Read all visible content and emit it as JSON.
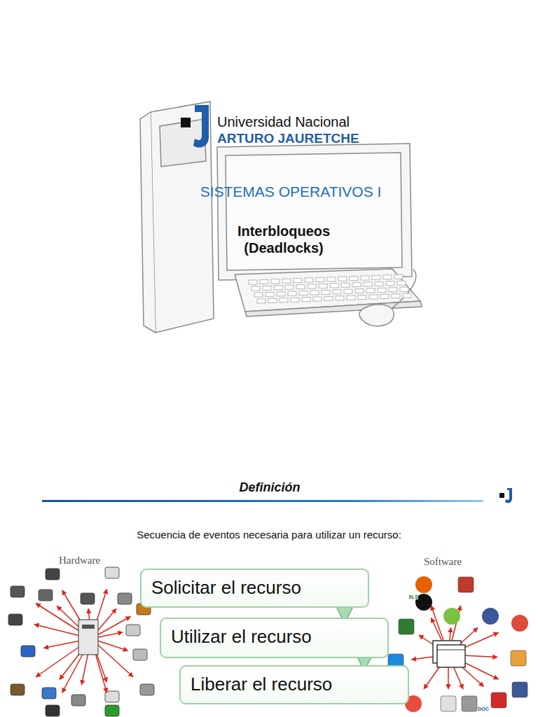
{
  "diagram": {
    "nodes": [
      {
        "text": [
          "Solicitar el recurso"
        ]
      },
      {
        "text": [
          "Utilizar el recurso"
        ]
      },
      {
        "text": [
          "Liberar el recurso"
        ]
      }
    ],
    "edges": [
      {
        "from": 0,
        "to": 1,
        "arrow": "to"
      },
      {
        "from": 1,
        "to": 2,
        "arrow": "to"
      }
    ],
    "labels": [
      "Universidad Nacional",
      "ARTURO JAURETCHE",
      "SISTEMAS OPERATIVOS I",
      "Interbloqueos (Deadlocks)",
      "Definición",
      "Secuencia de eventos necesaria para utilizar un recurso:",
      "Hardware",
      "Software",
      "XLS",
      "DOC"
    ]
  }
}
